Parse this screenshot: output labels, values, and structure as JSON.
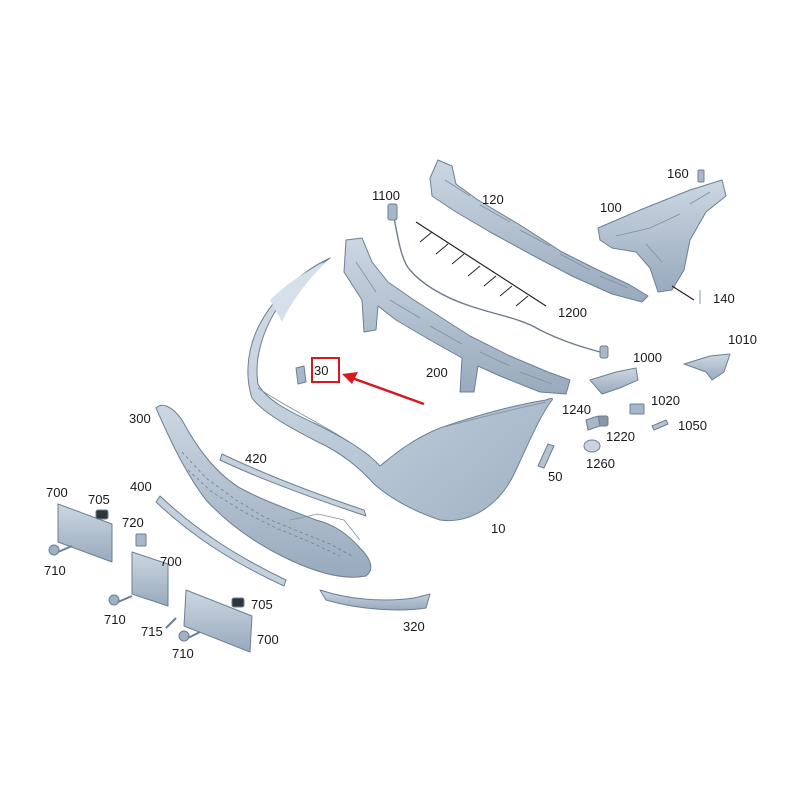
{
  "part_labels": {
    "p10": "10",
    "p30": "30",
    "p50": "50",
    "p100": "100",
    "p120": "120",
    "p140": "140",
    "p160": "160",
    "p200": "200",
    "p300": "300",
    "p320": "320",
    "p400": "400",
    "p420": "420",
    "p700a": "700",
    "p700b": "700",
    "p700c": "700",
    "p705a": "705",
    "p705b": "705",
    "p710a": "710",
    "p710b": "710",
    "p710c": "710",
    "p715": "715",
    "p720": "720",
    "p1000": "1000",
    "p1010": "1010",
    "p1020": "1020",
    "p1050": "1050",
    "p1100": "1100",
    "p1200": "1200",
    "p1220": "1220",
    "p1240": "1240",
    "p1260": "1260"
  },
  "highlight": {
    "target_label": "30",
    "color": "#d7191c"
  },
  "colors": {
    "part_fill": "#b9c7d6",
    "part_shadow": "#97a8ba",
    "part_light": "#d3dde8",
    "outline": "#6d7f92"
  }
}
